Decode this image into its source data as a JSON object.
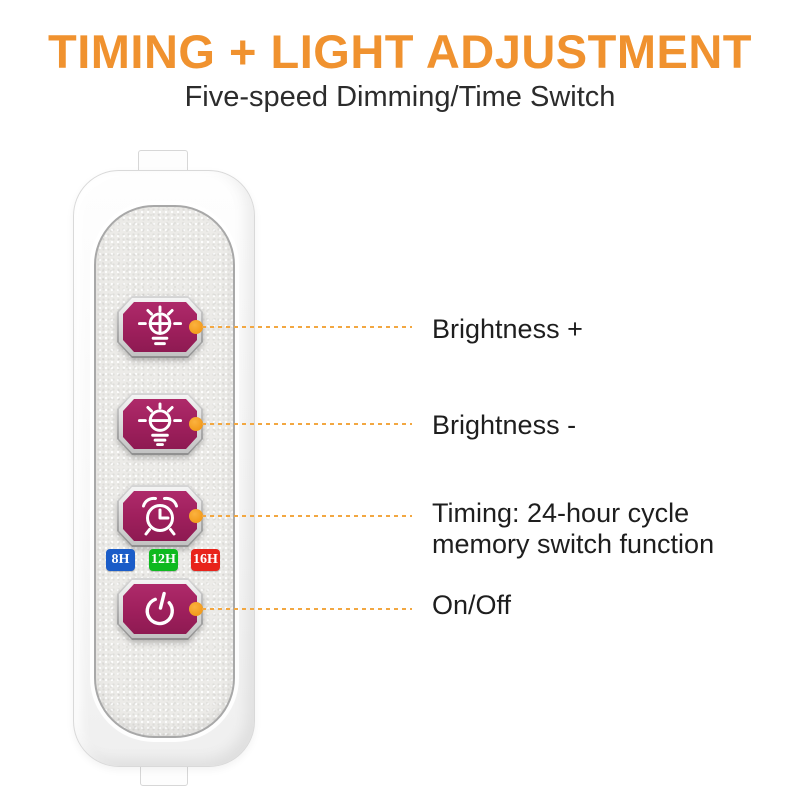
{
  "header": {
    "title": "TIMING + LIGHT ADJUSTMENT",
    "subtitle": "Five-speed Dimming/Time Switch"
  },
  "device": {
    "buttons": [
      {
        "icon": "bulb-brightness-up-icon"
      },
      {
        "icon": "bulb-brightness-down-icon"
      },
      {
        "icon": "alarm-clock-icon"
      },
      {
        "icon": "power-icon"
      }
    ],
    "timer_badges": [
      {
        "label": "8H",
        "color": "#1A5CC8"
      },
      {
        "label": "12H",
        "color": "#0EB91F"
      },
      {
        "label": "16H",
        "color": "#E8231A"
      }
    ]
  },
  "annotations": {
    "brightness_up": "Brightness +",
    "brightness_down": "Brightness -",
    "timing_line1": "Timing: 24-hour cycle",
    "timing_line2": "memory switch function",
    "power": "On/Off"
  },
  "colors": {
    "title_orange": "#F0922F",
    "button_magenta": "#9E1F5C",
    "callout_orange": "#F2A030"
  }
}
